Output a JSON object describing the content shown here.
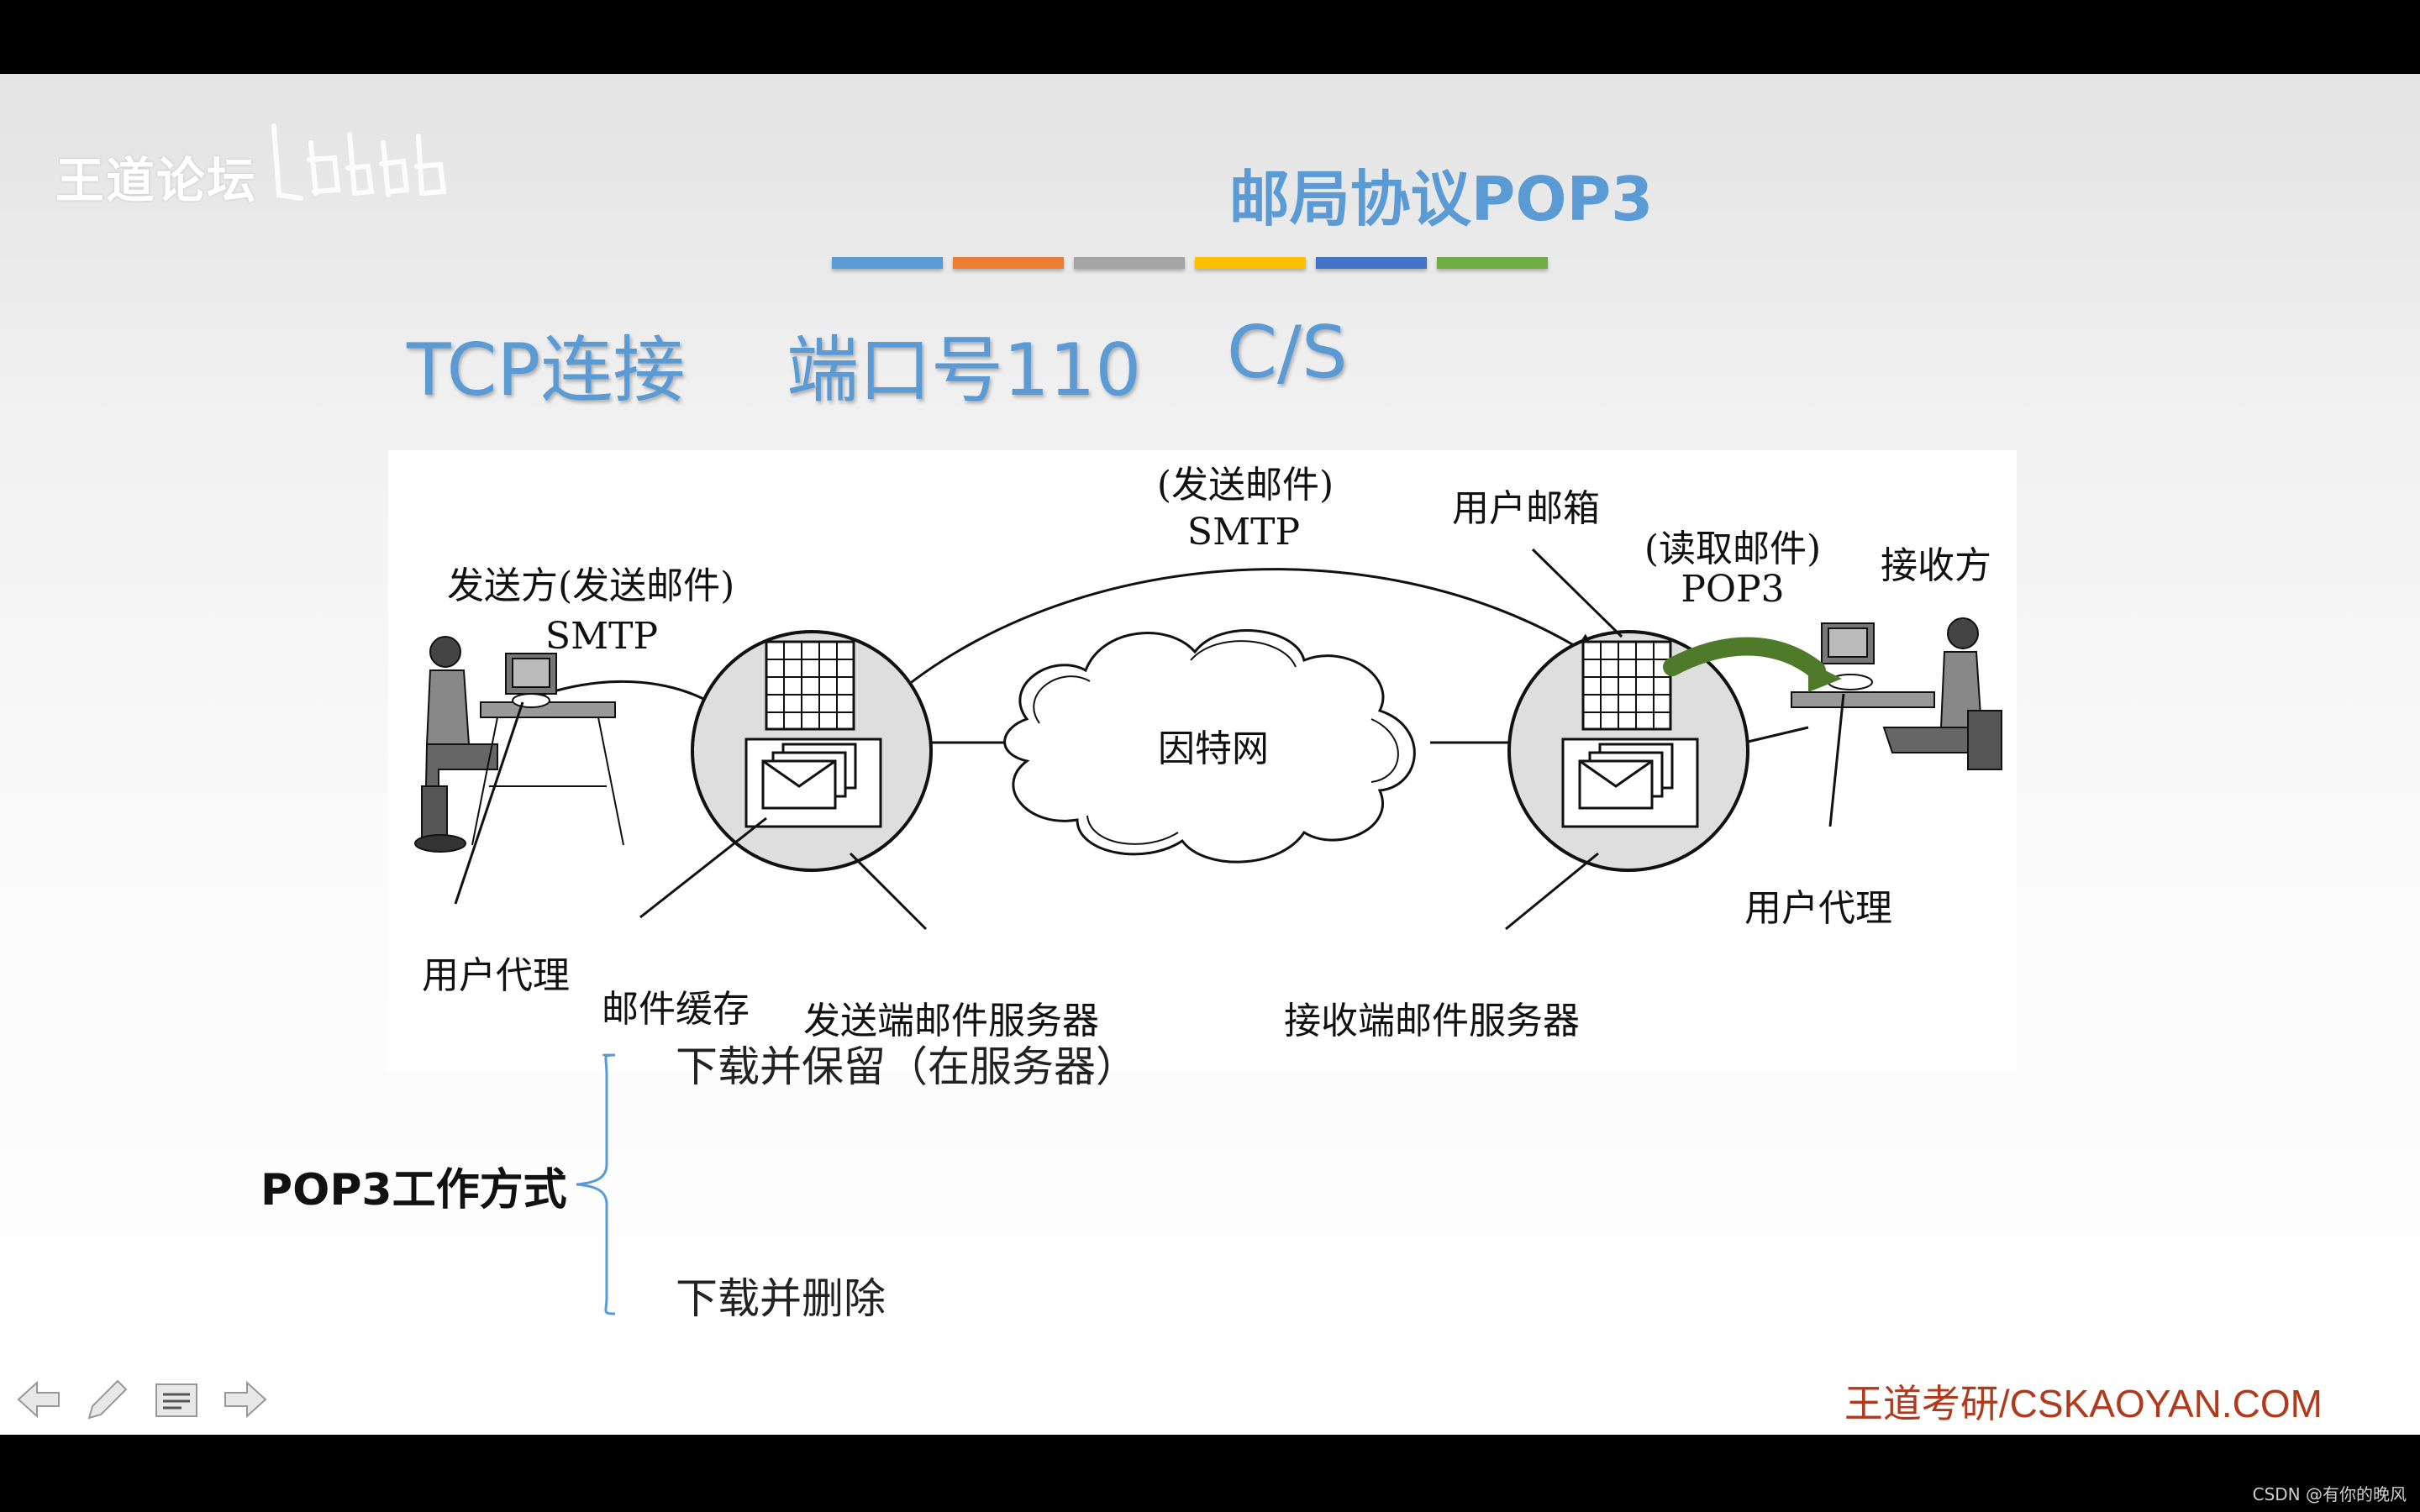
{
  "watermark": {
    "text": "王道论坛"
  },
  "slide": {
    "title": "邮局协议POP3",
    "color_bars": [
      "#5b9bd5",
      "#ed7d31",
      "#a5a5a5",
      "#ffc000",
      "#4472c4",
      "#70ad47"
    ],
    "subtitle_parts": [
      "TCP连接",
      "端口号110",
      "C/S"
    ]
  },
  "diagram": {
    "sender_label": "发送方(发送邮件)",
    "sender_protocol": "SMTP",
    "top_label": "(发送邮件)",
    "top_protocol": "SMTP",
    "mailbox_label": "用户邮箱",
    "read_label": "(读取邮件)",
    "read_protocol": "POP3",
    "receiver_label": "接收方",
    "internet_label": "因特网",
    "user_agent_left": "用户代理",
    "mail_cache": "邮件缓存",
    "send_server": "发送端邮件服务器",
    "recv_server": "接收端邮件服务器",
    "user_agent_right": "用户代理"
  },
  "modes": {
    "label": "POP3工作方式",
    "items": [
      "下载并保留（在服务器）",
      "下载并删除"
    ]
  },
  "footer": {
    "brand": "王道考研/CSKAOYAN.COM",
    "csdn": "CSDN @有你的晚风"
  },
  "colors": {
    "title_blue": "#5b9bd5",
    "pop3_arrow": "#4f7a2a",
    "brand_red": "#b03a1c"
  },
  "icons": [
    "arrow-left-icon",
    "pencil-icon",
    "menu-icon",
    "arrow-right-icon"
  ]
}
